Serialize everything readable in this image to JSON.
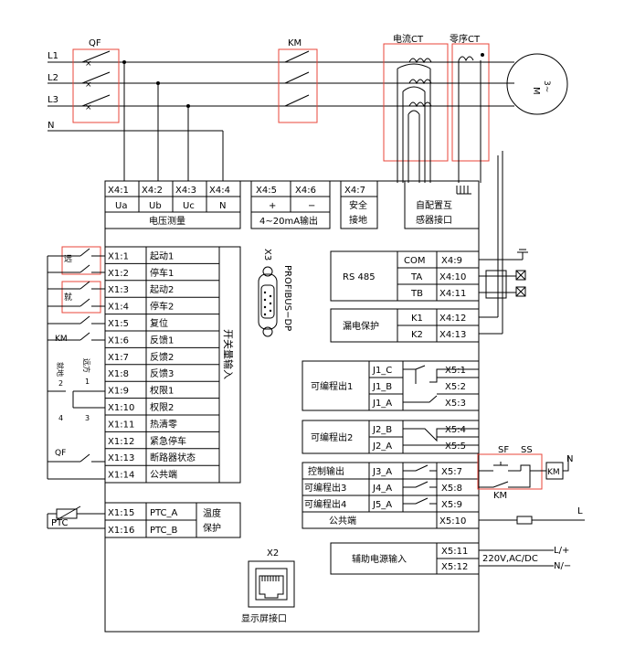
{
  "lines": {
    "l1": "L1",
    "l2": "L2",
    "l3": "L3",
    "n": "N"
  },
  "top_labels": {
    "qf": "QF",
    "km": "KM",
    "current_ct": "电流CT",
    "zero_ct": "零序CT",
    "motor_m": "M",
    "motor_3": "3~"
  },
  "voltage_block": {
    "ports": [
      "X4:1",
      "X4:2",
      "X4:3",
      "X4:4"
    ],
    "signals": [
      "Ua",
      "Ub",
      "Uc",
      "N"
    ],
    "title": "电压测量"
  },
  "analog_block": {
    "ports": [
      "X4:5",
      "X4:6"
    ],
    "signals": [
      "+",
      "−"
    ],
    "title": "4~20mA输出"
  },
  "ground_block": {
    "port": "X4:7",
    "line1": "安全",
    "line2": "接地"
  },
  "ct_block": {
    "line1": "自配置互",
    "line2": "感器接口"
  },
  "inputs": {
    "title": "开关量输入",
    "rows": [
      {
        "port": "X1:1",
        "label": "起动1"
      },
      {
        "port": "X1:2",
        "label": "停车1"
      },
      {
        "port": "X1:3",
        "label": "起动2"
      },
      {
        "port": "X1:4",
        "label": "停车2"
      },
      {
        "port": "X1:5",
        "label": "复位"
      },
      {
        "port": "X1:6",
        "label": "反馈1"
      },
      {
        "port": "X1:7",
        "label": "反馈2"
      },
      {
        "port": "X1:8",
        "label": "反馈3"
      },
      {
        "port": "X1:9",
        "label": "权限1"
      },
      {
        "port": "X1:10",
        "label": "权限2"
      },
      {
        "port": "X1:11",
        "label": "热清零"
      },
      {
        "port": "X1:12",
        "label": "紧急停车"
      },
      {
        "port": "X1:13",
        "label": "断路器状态"
      },
      {
        "port": "X1:14",
        "label": "公共端"
      }
    ],
    "remote": "远",
    "local": "就",
    "km": "KM",
    "qf": "QF",
    "selector_remote": "远方",
    "selector_local": "就地",
    "sel_1": "1",
    "sel_2": "2",
    "sel_3": "3",
    "sel_4": "4"
  },
  "ptc": {
    "rows": [
      {
        "port": "X1:15",
        "label": "PTC_A"
      },
      {
        "port": "X1:16",
        "label": "PTC_B"
      }
    ],
    "title1": "温度",
    "title2": "保护",
    "sensor": "PTC"
  },
  "profibus": {
    "x3": "X3",
    "name": "PROFIBUS−DP"
  },
  "rs485": {
    "title": "RS 485",
    "rows": [
      {
        "sig": "COM",
        "port": "X4:9"
      },
      {
        "sig": "TA",
        "port": "X4:10"
      },
      {
        "sig": "TB",
        "port": "X4:11"
      }
    ]
  },
  "leakage": {
    "title": "漏电保护",
    "rows": [
      {
        "sig": "K1",
        "port": "X4:12"
      },
      {
        "sig": "K2",
        "port": "X4:13"
      }
    ]
  },
  "prog1": {
    "title": "可编程出1",
    "rows": [
      {
        "sig": "J1_C",
        "port": "X5:1"
      },
      {
        "sig": "J1_B",
        "port": "X5:2"
      },
      {
        "sig": "J1_A",
        "port": "X5:3"
      }
    ]
  },
  "prog2": {
    "title": "可编程出2",
    "rows": [
      {
        "sig": "J2_B",
        "port": "X5:4"
      },
      {
        "sig": "J2_A",
        "port": "X5:5"
      }
    ]
  },
  "outputs": {
    "rows": [
      {
        "label": "控制输出",
        "sig": "J3_A",
        "port": "X5:7"
      },
      {
        "label": "可编程出3",
        "sig": "J4_A",
        "port": "X5:8"
      },
      {
        "label": "可编程出4",
        "sig": "J5_A",
        "port": "X5:9"
      }
    ],
    "common": "公共端",
    "common_port": "X5:10",
    "sf": "SF",
    "ss": "SS",
    "km": "KM",
    "km_coil": "KM",
    "n": "N",
    "l": "L"
  },
  "aux_power": {
    "title": "辅助电源输入",
    "ports": [
      "X5:11",
      "X5:12"
    ],
    "spec": "220V,AC/DC",
    "lp": "L/+",
    "nm": "N/−"
  },
  "display": {
    "x2": "X2",
    "title": "显示屏接口"
  }
}
